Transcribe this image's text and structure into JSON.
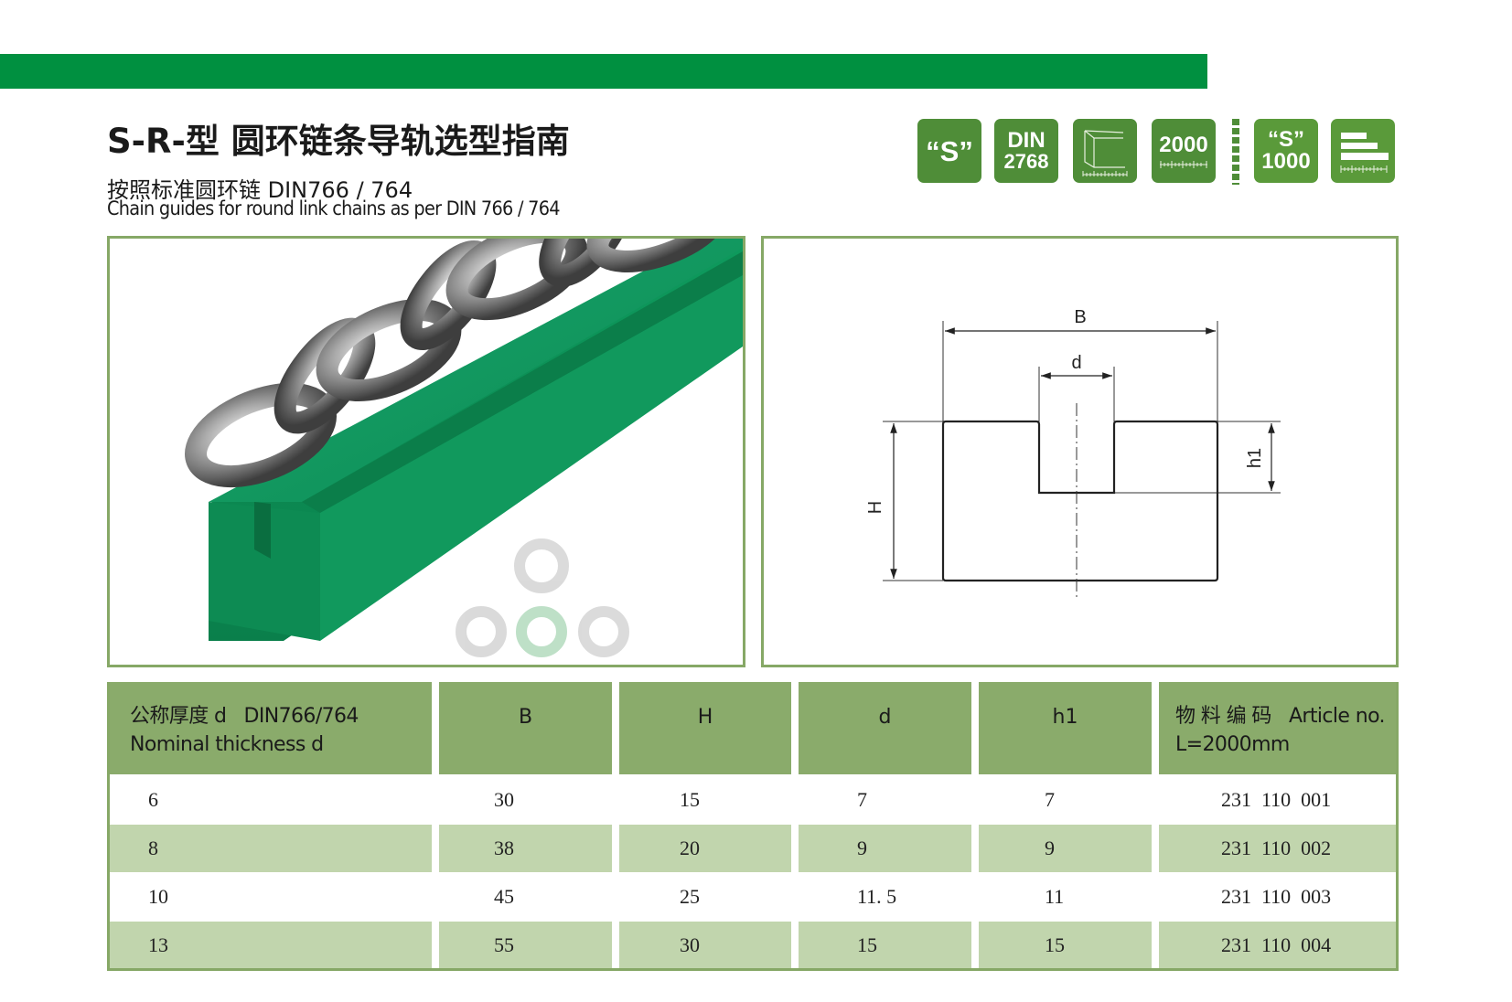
{
  "header": {
    "title": "S-R-型 圆环链条导轨选型指南",
    "subtitle_cn": "按照标准圆环链  DIN766 / 764",
    "subtitle_en": "Chain guides for round link chains as per DIN 766 / 764",
    "bar_color": "#009040"
  },
  "badges": [
    {
      "name": "s-material-badge",
      "line1": "“S”",
      "line2": ""
    },
    {
      "name": "din-2768-badge",
      "line1": "DIN",
      "line2": "2768"
    },
    {
      "name": "profile-box-badge",
      "icon": "profile-box-icon"
    },
    {
      "name": "length-2000-badge",
      "line1": "2000",
      "icon": "ruler-icon"
    },
    {
      "name": "s-1000-badge",
      "line1": "“S”",
      "line2": "1000"
    },
    {
      "name": "stacked-bars-badge",
      "icon": "stacked-bars-icon"
    }
  ],
  "drawing": {
    "labels": {
      "B": "B",
      "d": "d",
      "H": "H",
      "h1": "h1"
    }
  },
  "table": {
    "headers": [
      {
        "line1": "公称厚度 d   DIN766/764",
        "line2": "Nominal thickness d"
      },
      {
        "line1": "B"
      },
      {
        "line1": "H"
      },
      {
        "line1": "d"
      },
      {
        "line1": "h1"
      },
      {
        "line1": "物 料 编 码   Article no.",
        "line2": "L=2000mm"
      }
    ],
    "rows": [
      [
        "6",
        "30",
        "15",
        "7",
        "7",
        "231  110  001"
      ],
      [
        "8",
        "38",
        "20",
        "9",
        "9",
        "231  110  002"
      ],
      [
        "10",
        "45",
        "25",
        "11. 5",
        "11",
        "231  110  003"
      ],
      [
        "13",
        "55",
        "30",
        "15",
        "15",
        "231  110  004"
      ]
    ]
  },
  "colors": {
    "badge_green": "#4f8d38",
    "header_green": "#8aab6b",
    "row_green": "#c1d5ad",
    "frame_green": "#86a866",
    "rail_green": "#0f9a5e"
  }
}
